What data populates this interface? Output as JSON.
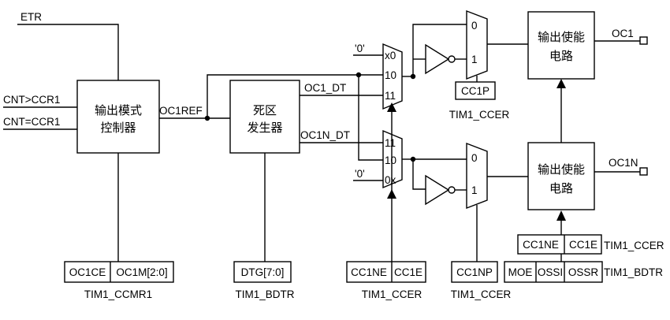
{
  "inputs": {
    "etr": "ETR",
    "cnt_gt": "CNT>CCR1",
    "cnt_eq": "CNT=CCR1"
  },
  "mode_controller": {
    "line1": "输出模式",
    "line2": "控制器",
    "output_label": "OC1REF",
    "reg_fields": [
      "OC1CE",
      "OC1M[2:0]"
    ],
    "reg_name": "TIM1_CCMR1"
  },
  "deadtime": {
    "line1": "死区",
    "line2": "发生器",
    "out_main": "OC1_DT",
    "out_comp": "OC1N_DT",
    "reg_field": "DTG[7:0]",
    "reg_name": "TIM1_BDTR"
  },
  "mux_top": {
    "inputs": [
      "'0'",
      "x0",
      "10",
      "11"
    ]
  },
  "mux_bottom": {
    "inputs": [
      "11",
      "10",
      "0x",
      "'0'"
    ]
  },
  "mux_select": {
    "reg_fields": [
      "CC1NE",
      "CC1E"
    ],
    "reg_name": "TIM1_CCER"
  },
  "polarity_top": {
    "inputs": [
      "0",
      "1"
    ],
    "reg_field": "CC1P",
    "reg_name": "TIM1_CCER"
  },
  "polarity_bottom": {
    "inputs": [
      "0",
      "1"
    ],
    "reg_field": "CC1NP",
    "reg_name": "TIM1_CCER"
  },
  "enable_top": {
    "line1": "输出使能",
    "line2": "电路",
    "output": "OC1"
  },
  "enable_bottom": {
    "line1": "输出使能",
    "line2": "电路",
    "output": "OC1N",
    "reg1_fields": [
      "CC1NE",
      "CC1E"
    ],
    "reg1_name": "TIM1_CCER",
    "reg2_fields": [
      "MOE",
      "OSSI",
      "OSSR"
    ],
    "reg2_name": "TIM1_BDTR"
  }
}
